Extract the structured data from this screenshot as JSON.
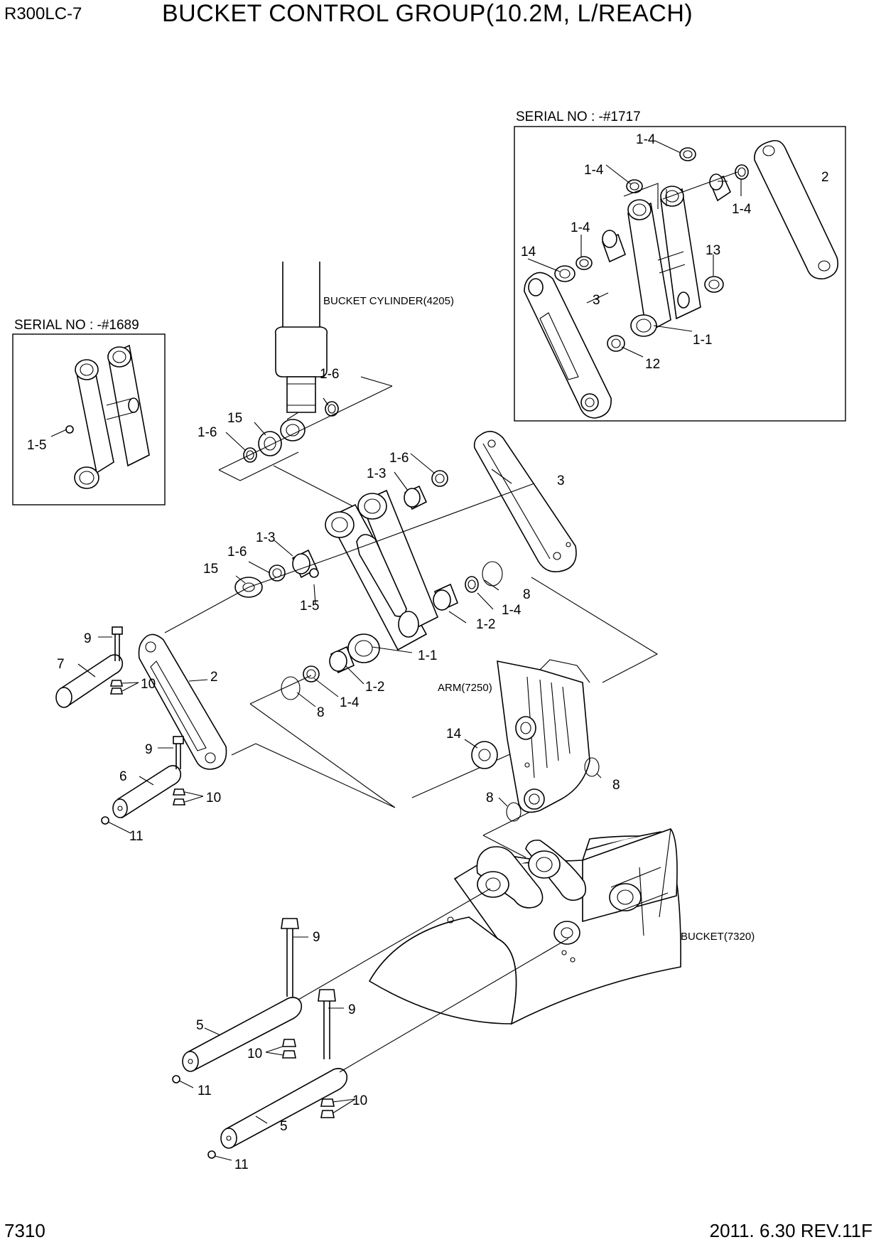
{
  "header": {
    "model": "R300LC-7",
    "title": "BUCKET CONTROL GROUP(10.2M, L/REACH)"
  },
  "footer": {
    "page_number": "7310",
    "date_rev": "2011. 6.30  REV.11F"
  },
  "insets": {
    "left_serial": "SERIAL NO : -#1689",
    "right_serial": "SERIAL NO : -#1717"
  },
  "notes": {
    "bucket_cylinder": "BUCKET CYLINDER(4205)",
    "arm": "ARM(7250)",
    "bucket": "BUCKET(7320)"
  },
  "callouts": {
    "c_1_5_left_inset": "1-5",
    "c_1_4_r1": "1-4",
    "c_1_4_r2": "1-4",
    "c_1_4_r3": "1-4",
    "c_1_4_r4": "1-4",
    "c_2_right": "2",
    "c_14_right": "14",
    "c_13_right": "13",
    "c_3_right": "3",
    "c_1_1_right": "1-1",
    "c_12_right": "12",
    "c_1_6_a": "1-6",
    "c_15_a": "15",
    "c_1_6_b": "1-6",
    "c_1_6_c": "1-6",
    "c_1_3_a": "1-3",
    "c_3_main": "3",
    "c_1_3_b": "1-3",
    "c_1_6_d": "1-6",
    "c_15_b": "15",
    "c_1_5_main": "1-5",
    "c_8_a": "8",
    "c_1_4_main_a": "1-4",
    "c_1_2_a": "1-2",
    "c_1_1_main": "1-1",
    "c_9_a": "9",
    "c_7": "7",
    "c_10_a": "10",
    "c_2_main": "2",
    "c_8_b": "8",
    "c_1_4_main_b": "1-4",
    "c_1_2_b": "1-2",
    "c_14_main": "14",
    "c_9_b": "9",
    "c_6": "6",
    "c_10_b": "10",
    "c_11_a": "11",
    "c_8_c": "8",
    "c_8_d": "8",
    "c_9_c": "9",
    "c_5_a": "5",
    "c_10_c": "10",
    "c_11_b": "11",
    "c_9_d": "9",
    "c_10_d": "10",
    "c_5_b": "5",
    "c_11_c": "11"
  }
}
